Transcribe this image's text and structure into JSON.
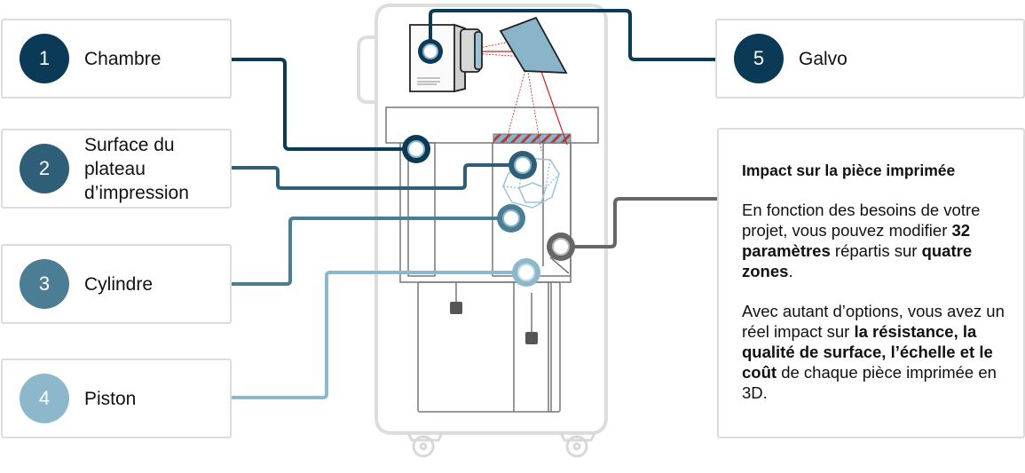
{
  "colors": {
    "zone1": "#0a3a55",
    "zone2": "#2f5f78",
    "zone3": "#4b7d94",
    "zone4": "#8db8cc",
    "zone5": "#0a3a55",
    "impact": "#666666",
    "laser": "#cc2020",
    "galvo_mirror": "#8ab4ca",
    "machine_outline": "#dddddd"
  },
  "labels": [
    {
      "number": "1",
      "text": "Chambre"
    },
    {
      "number": "2",
      "text": "Surface du plateau d’impression"
    },
    {
      "number": "3",
      "text": "Cylindre"
    },
    {
      "number": "4",
      "text": "Piston"
    },
    {
      "number": "5",
      "text": "Galvo"
    }
  ],
  "info": {
    "title": "Impact sur la pièce imprimée",
    "p1": [
      {
        "t": "En fonction des besoins de votre projet, vous pouvez modifier ",
        "b": false
      },
      {
        "t": "32 paramètres",
        "b": true
      },
      {
        "t": " répartis sur ",
        "b": false
      },
      {
        "t": "quatre zones",
        "b": true
      },
      {
        "t": ".",
        "b": false
      }
    ],
    "p2": [
      {
        "t": "Avec autant d’options, vous avez un réel impact sur ",
        "b": false
      },
      {
        "t": "la résistance, la qualité de surface, l’échelle et le coût",
        "b": true
      },
      {
        "t": " de chaque pièce imprimée en 3D.",
        "b": false
      }
    ]
  }
}
